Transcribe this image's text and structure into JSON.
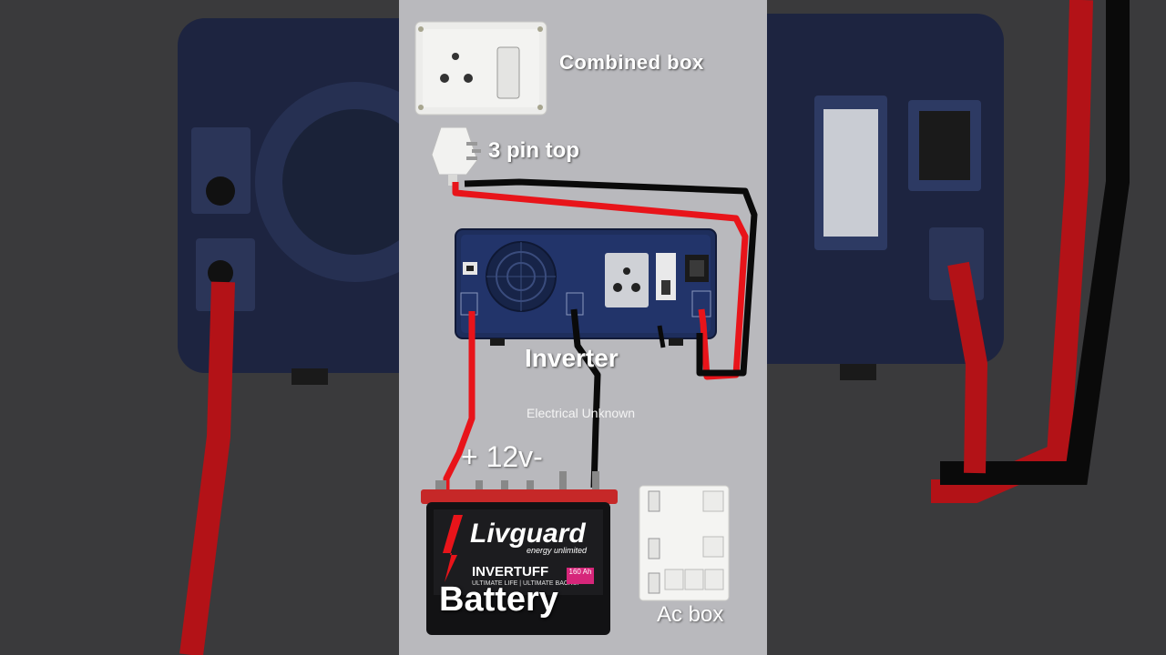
{
  "labels": {
    "combined_box": "Combined box",
    "three_pin_top": "3 pin top",
    "inverter": "Inverter",
    "watermark": "Electrical Unknown",
    "battery_voltage": "+ 12v-",
    "battery": "Battery",
    "ac_box": "Ac box"
  },
  "battery_product": {
    "brand": "Livguard",
    "tagline": "energy unlimited",
    "series": "INVERTUFF",
    "series_tagline": "ULTIMATE LIFE | ULTIMATE BACKUP",
    "capacity": "160 Ah"
  },
  "colors": {
    "positive_wire": "#e8141a",
    "negative_wire": "#0a0a0a",
    "inverter_body": "#1e2e5c",
    "background": "#b9b9bd",
    "battery_lid": "#c62828"
  }
}
